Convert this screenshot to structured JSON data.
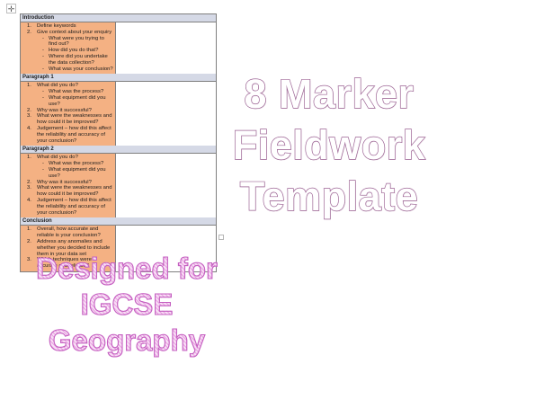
{
  "icons": {
    "table_move_handle_glyph": "✛"
  },
  "table": {
    "colors": {
      "header_bg": "#d5d9e6",
      "cell_bg": "#f4b183",
      "border": "#7f7f7f"
    },
    "sub_marker": "-",
    "sections": [
      {
        "header": "Introduction",
        "items": [
          {
            "num": "1.",
            "text": "Define keywords",
            "subs": []
          },
          {
            "num": "2.",
            "text": "Give context about your enquiry",
            "subs": [
              "What were you trying to find out?",
              "How did you do that?",
              "Where did you undertake the data collection?",
              "What was your conclusion?"
            ]
          }
        ]
      },
      {
        "header": "Paragraph 1",
        "items": [
          {
            "num": "1.",
            "text": "What did you do?",
            "subs": [
              "What was the process?",
              "What equipment did you use?"
            ]
          },
          {
            "num": "2.",
            "text": "Why was it successful?",
            "subs": []
          },
          {
            "num": "3.",
            "text": "What were the weaknesses and how could it be improved?",
            "subs": []
          },
          {
            "num": "4.",
            "text": "Judgement – how did this affect the reliability and accuracy of your conclusion?",
            "subs": []
          }
        ]
      },
      {
        "header": "Paragraph 2",
        "items": [
          {
            "num": "1.",
            "text": "What did you do?",
            "subs": [
              "What was the process?",
              "What equipment did you use?"
            ]
          },
          {
            "num": "2.",
            "text": "Why was it successful?",
            "subs": []
          },
          {
            "num": "3.",
            "text": "What were the weaknesses and how could it be improved?",
            "subs": []
          },
          {
            "num": "4.",
            "text": "Judgement – how did this affect the reliability and accuracy of your conclusion?",
            "subs": []
          }
        ]
      },
      {
        "header": "Conclusion",
        "items": [
          {
            "num": "1.",
            "text": "Overall, how accurate and reliable is your conclusion?",
            "subs": []
          },
          {
            "num": "2.",
            "text": "Address any anomalies and whether you decided to include them in your data set",
            "subs": []
          },
          {
            "num": "3.",
            "text": "Which techniques were accurate and reliable?",
            "subs": []
          }
        ]
      }
    ]
  },
  "headline": {
    "lines": [
      "8 Marker",
      "Fieldwork",
      "Template"
    ],
    "outline_color": "#9c6394"
  },
  "credit": {
    "lines": [
      "Designed for",
      "IGCSE",
      "Geography"
    ],
    "color": "#c45fc0"
  }
}
